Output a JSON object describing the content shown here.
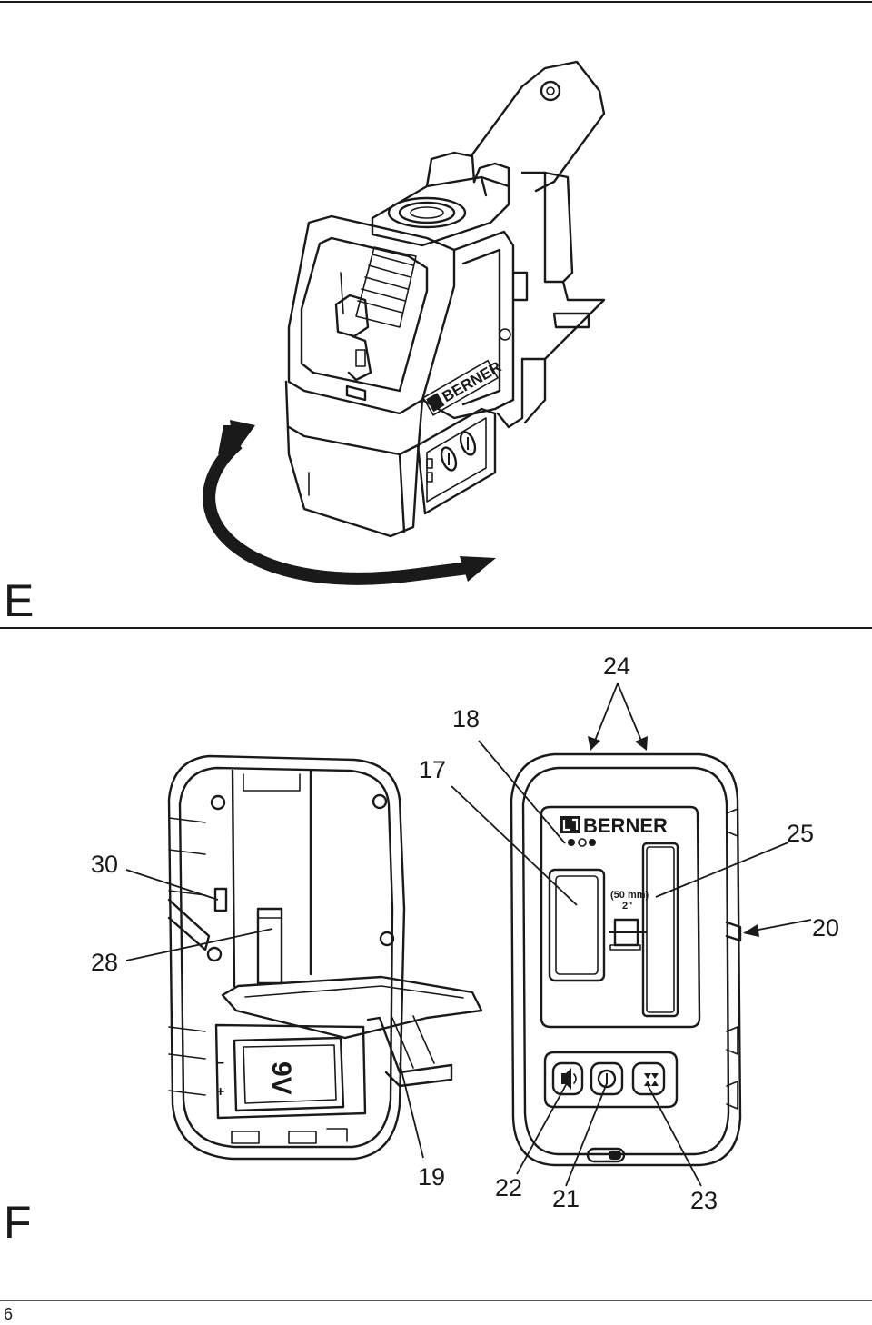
{
  "colors": {
    "ink": "#1a1a1a",
    "paper": "#ffffff"
  },
  "sections": {
    "e_label": "E",
    "f_label": "F"
  },
  "page_number": "6",
  "figure_e": {
    "brand_text": "BERNER",
    "rotation_arrow": "rotate-arrow-icon"
  },
  "figure_f": {
    "brand_text": "BERNER",
    "scale_text_1": "(50 mm)",
    "scale_text_2": "2\"",
    "battery_text": "9V",
    "callouts": {
      "c17": "17",
      "c18": "18",
      "c19": "19",
      "c20": "20",
      "c21": "21",
      "c22": "22",
      "c23": "23",
      "c24": "24",
      "c25": "25",
      "c28": "28",
      "c30": "30"
    }
  }
}
